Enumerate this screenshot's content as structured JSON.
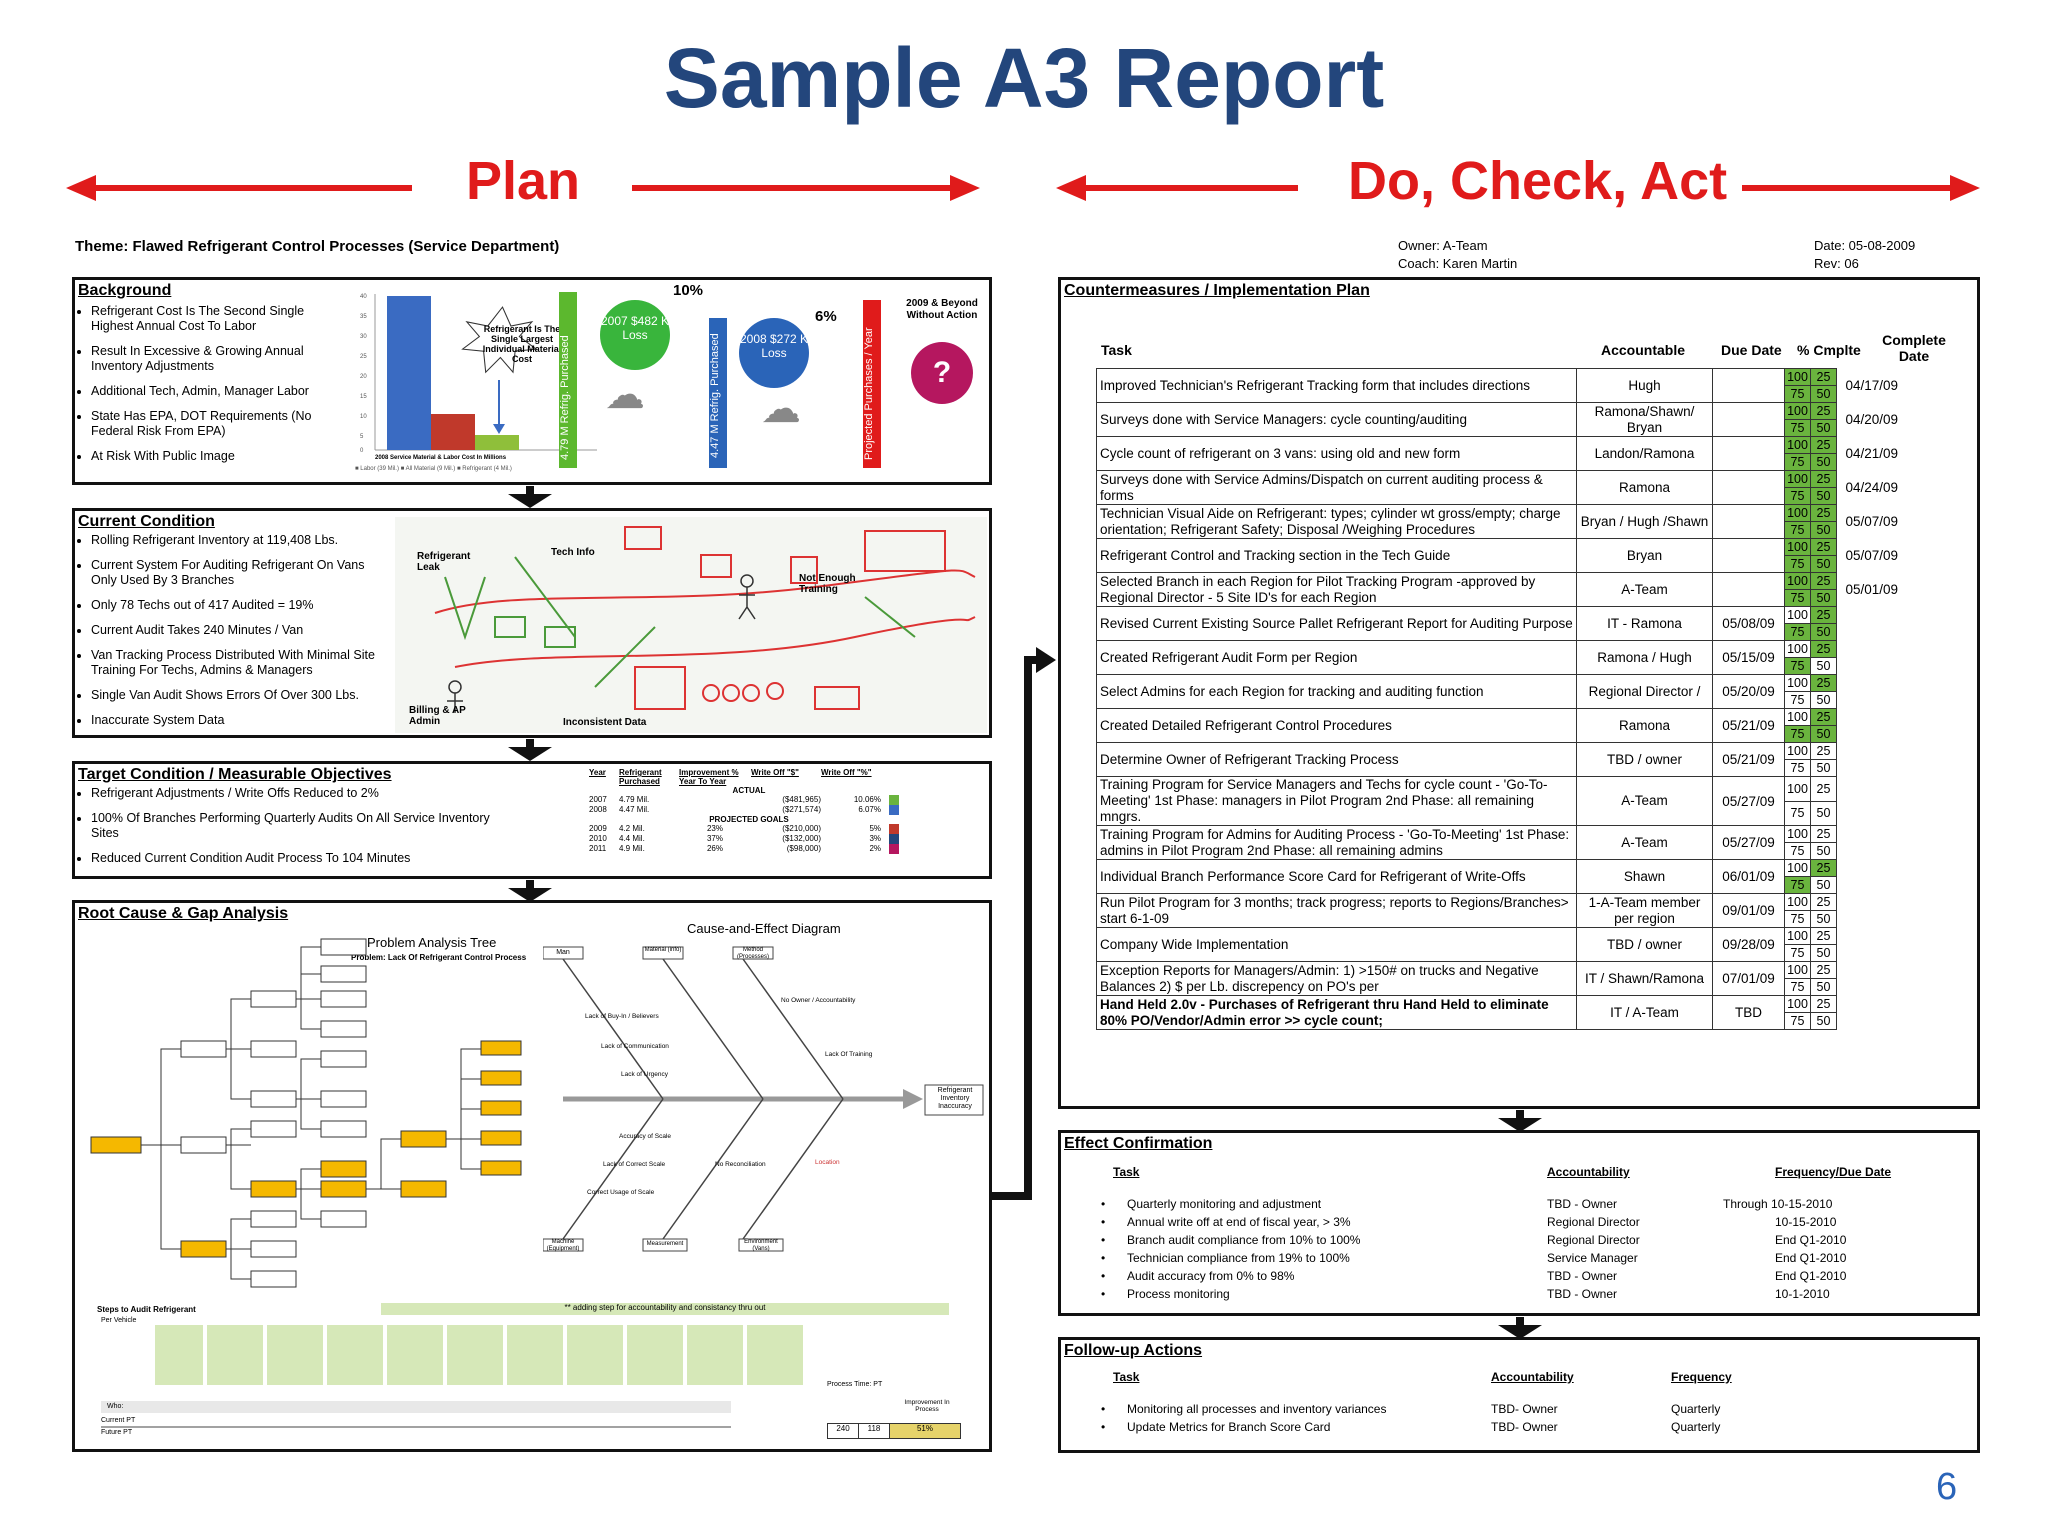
{
  "title": "Sample A3 Report",
  "plan_label": "Plan",
  "dca_label": "Do, Check, Act",
  "page_number": "6",
  "theme": "Theme:  Flawed Refrigerant Control Processes (Service Department)",
  "owner": "Owner:  A-Team",
  "coach": "Coach:  Karen Martin",
  "date": "Date:  05-08-2009",
  "rev": "Rev:  06",
  "background": {
    "title": "Background",
    "bullets": [
      "Refrigerant Cost Is The Second Single Highest Annual Cost To Labor",
      "Result In Excessive & Growing Annual Inventory Adjustments",
      "Additional Tech, Admin, Manager Labor",
      "State Has EPA, DOT Requirements (No Federal Risk From EPA)",
      "At Risk With Public Image"
    ],
    "chart_callout": "Refrigerant Is The Single Largest Individual Material Cost",
    "chart_caption": "2008 Service Material & Labor Cost In Millions",
    "chart_legend": "■ Labor (39 Mil.)   ■ All Material (9 Mil.)   ■ Refrigerant (4 Mil.)",
    "bar1_label": "4.79 M Refrig. Purchased",
    "bar2_label": "4.47 M Refrig. Purchased",
    "bar3_label": "Projected Purchases / Year",
    "pct1": "10%",
    "pct2": "6%",
    "loss1": "2007 $482 K Loss",
    "loss2": "2008 $272 K Loss",
    "future": "2009 & Beyond Without Action",
    "question": "?"
  },
  "current": {
    "title": "Current Condition",
    "bullets": [
      "Rolling Refrigerant Inventory at 119,408 Lbs.",
      "Current System For Auditing Refrigerant On Vans Only Used By 3 Branches",
      "Only 78 Techs out of 417 Audited = 19%",
      "Current Audit Takes 240 Minutes / Van",
      "Van Tracking Process Distributed With Minimal Site Training For Techs, Admins & Managers",
      "Single Van Audit Shows Errors Of Over 300 Lbs.",
      "Inaccurate System Data"
    ],
    "labels": {
      "leak": "Refrigerant Leak",
      "tech": "Tech Info",
      "training": "Not Enough Training",
      "billing": "Billing & AP Admin",
      "inconsistent": "Inconsistent Data"
    }
  },
  "target": {
    "title": "Target Condition / Measurable Objectives",
    "bullets": [
      "Refrigerant Adjustments / Write Offs Reduced to 2%",
      "100% Of Branches Performing Quarterly Audits On All Service Inventory Sites",
      "Reduced Current Condition Audit Process To 104 Minutes"
    ],
    "table_headers": [
      "Year",
      "Refrigerant Purchased",
      "Improvement % Year To Year",
      "Write Off \"$\"",
      "Write Off \"%\""
    ],
    "actual_label": "ACTUAL",
    "projected_label": "PROJECTED GOALS",
    "rows": [
      [
        "2007",
        "4.79 Mil.",
        "",
        "($481,965)",
        "10.06%"
      ],
      [
        "2008",
        "4.47 Mil.",
        "",
        "($271,574)",
        "6.07%"
      ],
      [
        "2009",
        "4.2 Mil.",
        "23%",
        "($210,000)",
        "5%"
      ],
      [
        "2010",
        "4.4 Mil.",
        "37%",
        "($132,000)",
        "3%"
      ],
      [
        "2011",
        "4.9 Mil.",
        "26%",
        "($98,000)",
        "2%"
      ]
    ]
  },
  "rootcause": {
    "title": "Root Cause & Gap Analysis",
    "tree_title": "Problem Analysis Tree",
    "tree_problem": "Problem:  Lack Of Refrigerant Control Process",
    "fishbone_title": "Cause-and-Effect Diagram",
    "effect": "Refrigerant Inventory Inaccuracy",
    "fish_categories": [
      "Man",
      "Material (info)",
      "Method (Processes)",
      "Machine (Equipment)",
      "Measurement",
      "Environment (Vans)"
    ],
    "fish_causes": [
      "Lack of Buy-In / Believers",
      "Lack of Communication",
      "Lack of Urgency",
      "Accuracy of Scale",
      "Lack of Correct Scale",
      "Correct Usage of Scale",
      "No Owner / Accountability",
      "Lack Of Training",
      "No Reconciliation",
      "Location"
    ],
    "steps_title": "Steps to Audit Refrigerant",
    "steps_sub": "Per Vehicle",
    "steps_banner": "** adding step for accountability and consistancy thru out",
    "who_label": "Who:",
    "current_pt": "Current PT",
    "future_pt": "Future PT",
    "process_time": "Process Time: PT",
    "improvement": "Improvement In Process",
    "pt_current": "240",
    "pt_future": "118",
    "pt_improvement": "51%"
  },
  "countermeasures": {
    "title": "Countermeasures / Implementation Plan",
    "headers": [
      "Task",
      "Accountable",
      "Due Date",
      "% Cmplte",
      "Complete Date"
    ],
    "rows": [
      {
        "task": "Improved Technician's Refrigerant Tracking form that includes directions",
        "acc": "Hugh",
        "due": "",
        "done": "04/17/09",
        "g": [
          1,
          1,
          1,
          1
        ]
      },
      {
        "task": "Surveys done with Service Managers: cycle counting/auditing",
        "acc": "Ramona/Shawn/ Bryan",
        "due": "",
        "done": "04/20/09",
        "g": [
          1,
          1,
          1,
          1
        ]
      },
      {
        "task": "Cycle count of refrigerant on 3 vans: using old and new form",
        "acc": "Landon/Ramona",
        "due": "",
        "done": "04/21/09",
        "g": [
          1,
          1,
          1,
          1
        ]
      },
      {
        "task": "Surveys done with Service Admins/Dispatch on current auditing process & forms",
        "acc": "Ramona",
        "due": "",
        "done": "04/24/09",
        "g": [
          1,
          1,
          1,
          1
        ]
      },
      {
        "task": "Technician Visual Aide on Refrigerant: types; cylinder wt gross/empty; charge orientation; Refrigerant Safety; Disposal /Weighing Procedures",
        "acc": "Bryan / Hugh /Shawn",
        "due": "",
        "done": "05/07/09",
        "g": [
          1,
          1,
          1,
          1
        ]
      },
      {
        "task": "Refrigerant Control and Tracking section in the Tech Guide",
        "acc": "Bryan",
        "due": "",
        "done": "05/07/09",
        "g": [
          1,
          1,
          1,
          1
        ]
      },
      {
        "task": "Selected Branch in each Region for Pilot Tracking Program -approved by Regional Director    - 5 Site ID's for each Region",
        "acc": "A-Team",
        "due": "",
        "done": "05/01/09",
        "g": [
          1,
          1,
          1,
          1
        ]
      },
      {
        "task": "Revised Current Existing Source Pallet Refrigerant Report for Auditing Purpose",
        "acc": "IT - Ramona",
        "due": "05/08/09",
        "done": "",
        "g": [
          0,
          1,
          1,
          1
        ]
      },
      {
        "task": "Created Refrigerant Audit Form per Region",
        "acc": "Ramona / Hugh",
        "due": "05/15/09",
        "done": "",
        "g": [
          0,
          1,
          1,
          0
        ]
      },
      {
        "task": "Select Admins for each Region for tracking and auditing function",
        "acc": "Regional Director /",
        "due": "05/20/09",
        "done": "",
        "g": [
          0,
          1,
          0,
          0
        ]
      },
      {
        "task": "Created Detailed Refrigerant Control Procedures",
        "acc": "Ramona",
        "due": "05/21/09",
        "done": "",
        "g": [
          0,
          1,
          1,
          1
        ]
      },
      {
        "task": "Determine Owner of Refrigerant Tracking Process",
        "acc": "TBD / owner",
        "due": "05/21/09",
        "done": "",
        "g": [
          0,
          0,
          0,
          0
        ]
      },
      {
        "task": "Training Program for Service Managers and Techs for cycle count - 'Go-To-Meeting'   1st Phase: managers in Pilot Program 2nd Phase: all remaining mngrs.",
        "acc": "A-Team",
        "due": "05/27/09",
        "done": "",
        "g": [
          0,
          0,
          0,
          0
        ]
      },
      {
        "task": "Training Program for Admins for Auditing Process  - 'Go-To-Meeting' 1st Phase: admins in Pilot Program 2nd Phase: all remaining admins",
        "acc": "A-Team",
        "due": "05/27/09",
        "done": "",
        "g": [
          0,
          0,
          0,
          0
        ]
      },
      {
        "task": "Individual Branch Performance Score Card for Refrigerant of Write-Offs",
        "acc": "Shawn",
        "due": "06/01/09",
        "done": "",
        "g": [
          0,
          1,
          1,
          0
        ]
      },
      {
        "task": "Run Pilot Program for 3 months; track progress; reports to Regions/Branches> start 6-1-09",
        "acc": "1-A-Team member per region",
        "due": "09/01/09",
        "done": "",
        "g": [
          0,
          0,
          0,
          0
        ]
      },
      {
        "task": "Company Wide Implementation",
        "acc": "TBD / owner",
        "due": "09/28/09",
        "done": "",
        "g": [
          0,
          0,
          0,
          0
        ]
      },
      {
        "task": "Exception Reports for Managers/Admin: 1) >150# on trucks and Negative Balances    2) $ per Lb. discrepency on PO's per",
        "acc": "IT / Shawn/Ramona",
        "due": "07/01/09",
        "done": "",
        "g": [
          0,
          0,
          0,
          0
        ]
      },
      {
        "task": "Hand Held 2.0v - Purchases of Refrigerant thru Hand Held to eliminate 80% PO/Vendor/Admin error  >>  cycle count;",
        "acc": "IT / A-Team",
        "due": "TBD",
        "done": "",
        "g": [
          0,
          0,
          0,
          0
        ],
        "bold": true
      }
    ],
    "pct_values": [
      "100",
      "25",
      "75",
      "50"
    ]
  },
  "effect": {
    "title": "Effect Confirmation",
    "headers": [
      "Task",
      "Accountability",
      "Frequency/Due Date"
    ],
    "rows": [
      [
        "Quarterly monitoring and adjustment",
        "TBD - Owner",
        "Through 10-15-2010"
      ],
      [
        "Annual write off at end of fiscal year, > 3%",
        "Regional Director",
        "10-15-2010"
      ],
      [
        "Branch audit compliance from 10% to 100%",
        "Regional Director",
        "End Q1-2010"
      ],
      [
        "Technician compliance from 19% to 100%",
        "Service Manager",
        "End Q1-2010"
      ],
      [
        "Audit accuracy from 0% to 98%",
        "TBD - Owner",
        "End Q1-2010"
      ],
      [
        "Process monitoring",
        "TBD - Owner",
        "10-1-2010"
      ]
    ]
  },
  "followup": {
    "title": "Follow-up Actions",
    "headers": [
      "Task",
      "Accountability",
      "Frequency"
    ],
    "rows": [
      [
        "Monitoring all processes and inventory variances",
        "TBD- Owner",
        "Quarterly"
      ],
      [
        "Update Metrics for Branch Score Card",
        "TBD- Owner",
        "Quarterly"
      ]
    ]
  },
  "colors": {
    "title": "#23467c",
    "accent_red": "#e01b1b",
    "green": "#6ab43e",
    "tree_box": "#f5b800"
  }
}
